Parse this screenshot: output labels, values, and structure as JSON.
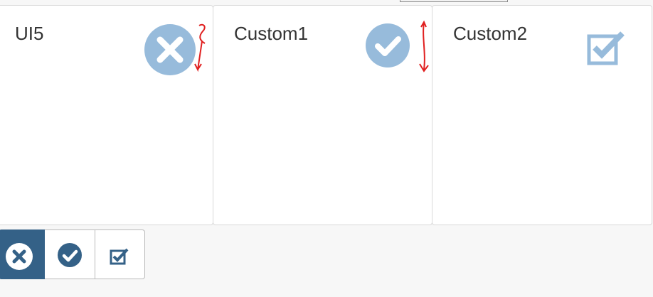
{
  "tiles": [
    {
      "title": "UI5",
      "icon": "close-circle-icon",
      "color": "#97bbdb"
    },
    {
      "title": "Custom1",
      "icon": "check-circle-icon",
      "color": "#97bbdb"
    },
    {
      "title": "Custom2",
      "icon": "checkbox-checked-icon",
      "color": "#97bbdb"
    }
  ],
  "toolbar": {
    "selected_index": 0,
    "accent": "#346187",
    "buttons": [
      {
        "icon": "close-circle-icon"
      },
      {
        "icon": "check-circle-icon"
      },
      {
        "icon": "checkbox-checked-icon"
      }
    ]
  },
  "annotation_color": "#e02020"
}
